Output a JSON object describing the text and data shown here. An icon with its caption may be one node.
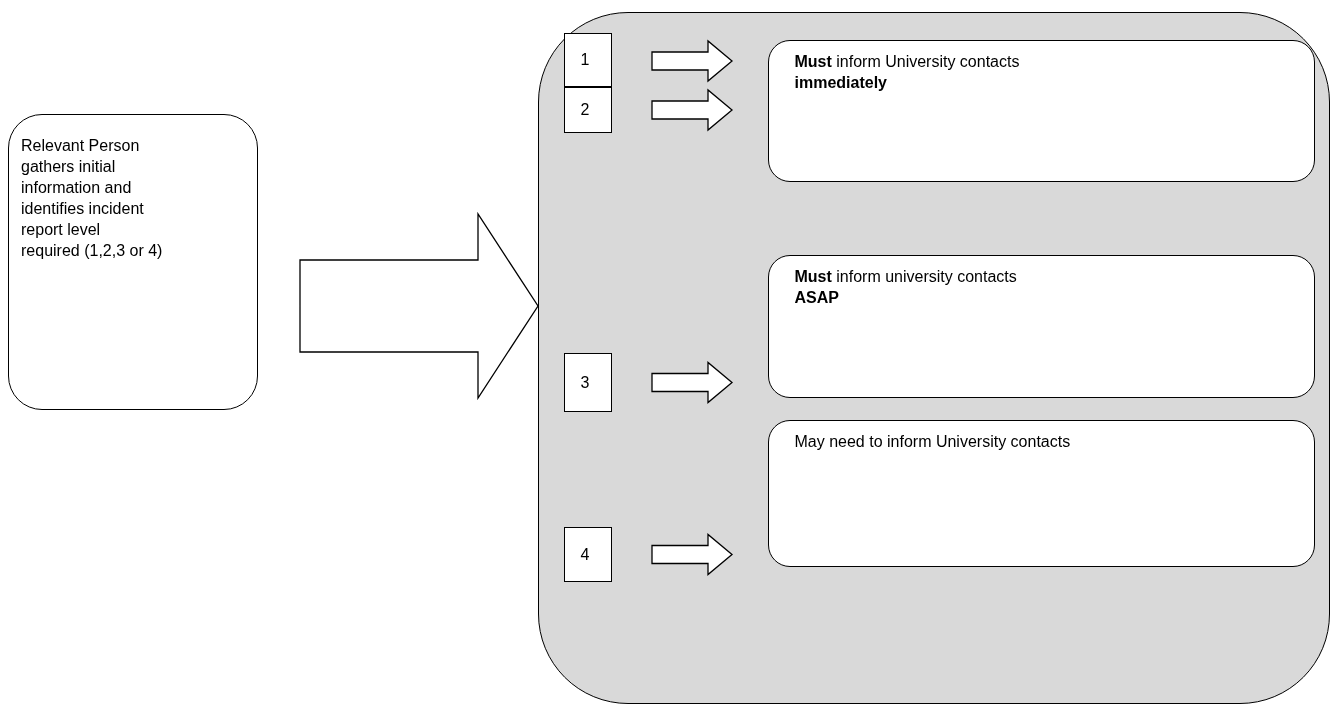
{
  "diagram": {
    "nodes": [
      {
        "text": [
          "Relevant Person gathers initial information and identifies incident report level required (1,2,3 or 4)"
        ]
      },
      {
        "text": [],
        "shape": "box"
      },
      {
        "text": [
          "1"
        ],
        "in": 1
      },
      {
        "text": [
          "2"
        ],
        "in": 1
      },
      {
        "text": [
          "3"
        ],
        "in": 1
      },
      {
        "text": [
          "4"
        ],
        "in": 1
      },
      {
        "text": [
          "**Must** inform University contacts **immediately**"
        ],
        "in": 1
      },
      {
        "text": [
          "**Must** inform university contacts **ASAP**"
        ],
        "in": 1
      },
      {
        "text": [
          "May need to inform University contacts"
        ],
        "in": 1
      }
    ],
    "edges": [
      {
        "from": 0,
        "to": 1,
        "arrow": "to"
      },
      {
        "from": 2,
        "to": 6,
        "arrow": "to"
      },
      {
        "from": 3,
        "to": 6,
        "arrow": "to"
      },
      {
        "from": 4,
        "to": 7,
        "arrow": "to"
      },
      {
        "from": 5,
        "to": 8,
        "arrow": "to"
      }
    ]
  }
}
